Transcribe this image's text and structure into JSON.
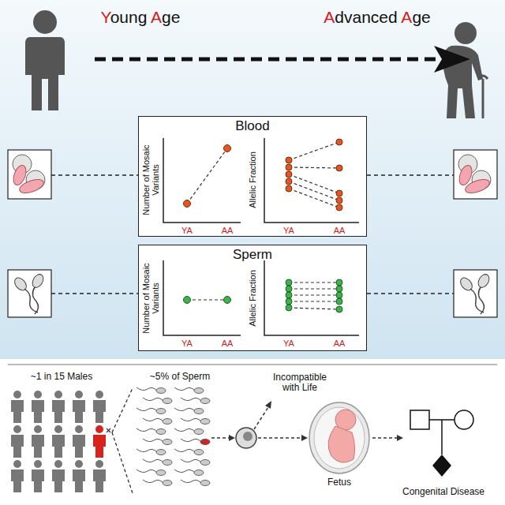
{
  "diagram": {
    "nodes": [
      {
        "text": [
          "Blood"
        ]
      },
      {
        "text": [
          "Sperm"
        ]
      }
    ],
    "labels": [
      "Young Age",
      "Advanced Age",
      "Number of Mosaic Variants",
      "YA",
      "AA",
      "Allelic Fraction",
      "YA",
      "AA",
      "Number of Mosaic Variants",
      "YA",
      "AA",
      "Allelic Fraction",
      "YA",
      "AA",
      "~1 in 15 Males",
      "~5% of Sperm",
      "Incompatible with Life",
      "Fetus",
      "Congenital Disease"
    ]
  }
}
